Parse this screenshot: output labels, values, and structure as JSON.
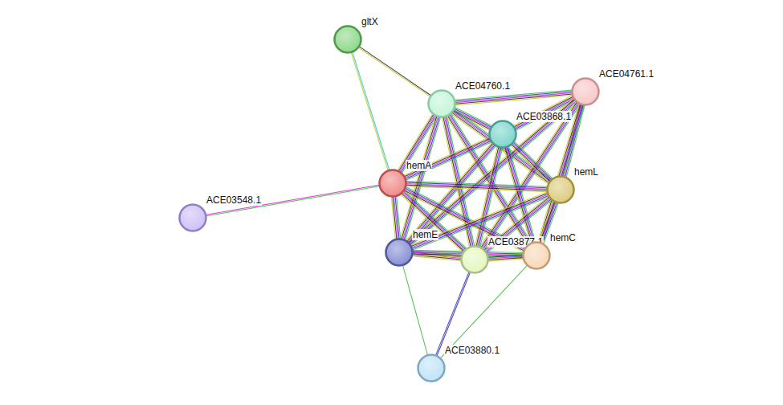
{
  "diagram": {
    "nodes": [
      {
        "text": [
          "gltX"
        ]
      },
      {
        "text": [
          "ACE04760.1"
        ]
      },
      {
        "text": [
          "ACE04761.1"
        ]
      },
      {
        "text": [
          "ACE03868.1"
        ]
      },
      {
        "text": [
          "hemA"
        ]
      },
      {
        "text": [
          "ACE03548.1"
        ]
      },
      {
        "text": [
          "hemL"
        ]
      },
      {
        "text": [
          "hemE"
        ]
      },
      {
        "text": [
          "ACE03877.1"
        ]
      },
      {
        "text": [
          "hemC"
        ]
      },
      {
        "text": [
          "ACE03880.1"
        ]
      }
    ],
    "edges": [
      {
        "from": 0,
        "to": 1,
        "arrow": "none"
      },
      {
        "from": 0,
        "to": 4,
        "arrow": "none"
      },
      {
        "from": 4,
        "to": 5,
        "arrow": "none"
      },
      {
        "from": 1,
        "to": 2,
        "arrow": "none"
      },
      {
        "from": 1,
        "to": 3,
        "arrow": "none"
      },
      {
        "from": 1,
        "to": 4,
        "arrow": "none"
      },
      {
        "from": 1,
        "to": 6,
        "arrow": "none"
      },
      {
        "from": 1,
        "to": 7,
        "arrow": "none"
      },
      {
        "from": 1,
        "to": 8,
        "arrow": "none"
      },
      {
        "from": 1,
        "to": 9,
        "arrow": "none"
      },
      {
        "from": 2,
        "to": 3,
        "arrow": "none"
      },
      {
        "from": 2,
        "to": 6,
        "arrow": "none"
      },
      {
        "from": 2,
        "to": 7,
        "arrow": "none"
      },
      {
        "from": 2,
        "to": 8,
        "arrow": "none"
      },
      {
        "from": 2,
        "to": 9,
        "arrow": "none"
      },
      {
        "from": 3,
        "to": 4,
        "arrow": "none"
      },
      {
        "from": 3,
        "to": 6,
        "arrow": "none"
      },
      {
        "from": 3,
        "to": 7,
        "arrow": "none"
      },
      {
        "from": 3,
        "to": 8,
        "arrow": "none"
      },
      {
        "from": 3,
        "to": 9,
        "arrow": "none"
      },
      {
        "from": 4,
        "to": 6,
        "arrow": "none"
      },
      {
        "from": 4,
        "to": 7,
        "arrow": "none"
      },
      {
        "from": 4,
        "to": 8,
        "arrow": "none"
      },
      {
        "from": 4,
        "to": 9,
        "arrow": "none"
      },
      {
        "from": 6,
        "to": 7,
        "arrow": "none"
      },
      {
        "from": 6,
        "to": 8,
        "arrow": "none"
      },
      {
        "from": 6,
        "to": 9,
        "arrow": "none"
      },
      {
        "from": 7,
        "to": 8,
        "arrow": "none"
      },
      {
        "from": 7,
        "to": 9,
        "arrow": "none"
      },
      {
        "from": 8,
        "to": 9,
        "arrow": "none"
      },
      {
        "from": 7,
        "to": 10,
        "arrow": "none"
      },
      {
        "from": 8,
        "to": 10,
        "arrow": "none"
      },
      {
        "from": 9,
        "to": 10,
        "arrow": "none"
      }
    ]
  }
}
